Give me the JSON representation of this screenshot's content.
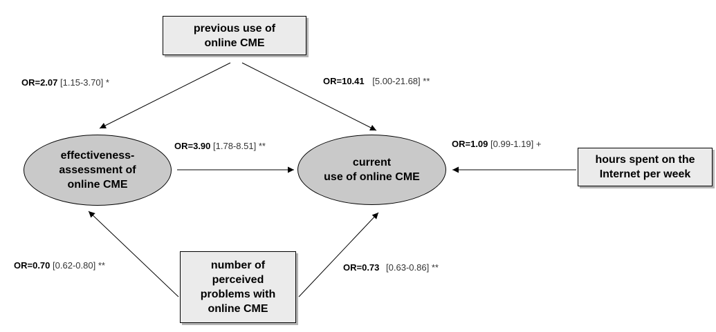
{
  "nodes": {
    "previous_use": "previous use of\nonline CME",
    "effectiveness": "effectiveness-\nassessment of\nonline CME",
    "current_use": "current\nuse of online CME",
    "hours_internet": "hours spent on the\nInternet per week",
    "perceived_problems": "number of\nperceived\nproblems with\nonline CME"
  },
  "edges": [
    {
      "from": "previous_use",
      "to": "effectiveness",
      "or": "OR=2.07",
      "ci": "[1.15-3.70]",
      "sig": "*"
    },
    {
      "from": "previous_use",
      "to": "current_use",
      "or": "OR=10.41",
      "ci": "[5.00-21.68]",
      "sig": "**"
    },
    {
      "from": "effectiveness",
      "to": "current_use",
      "or": "OR=3.90",
      "ci": "[1.78-8.51]",
      "sig": "**"
    },
    {
      "from": "hours_internet",
      "to": "current_use",
      "or": "OR=1.09",
      "ci": "[0.99-1.19]",
      "sig": "+"
    },
    {
      "from": "perceived_problems",
      "to": "effectiveness",
      "or": "OR=0.70",
      "ci": "[0.62-0.80]",
      "sig": "**"
    },
    {
      "from": "perceived_problems",
      "to": "current_use",
      "or": "OR=0.73",
      "ci": "[0.63-0.86]",
      "sig": "**"
    }
  ],
  "colors": {
    "box_fill": "#ebebeb",
    "box_shadow": "#b5b5b5",
    "ellipse_fill": "#c9c9c9",
    "line": "#000000"
  }
}
